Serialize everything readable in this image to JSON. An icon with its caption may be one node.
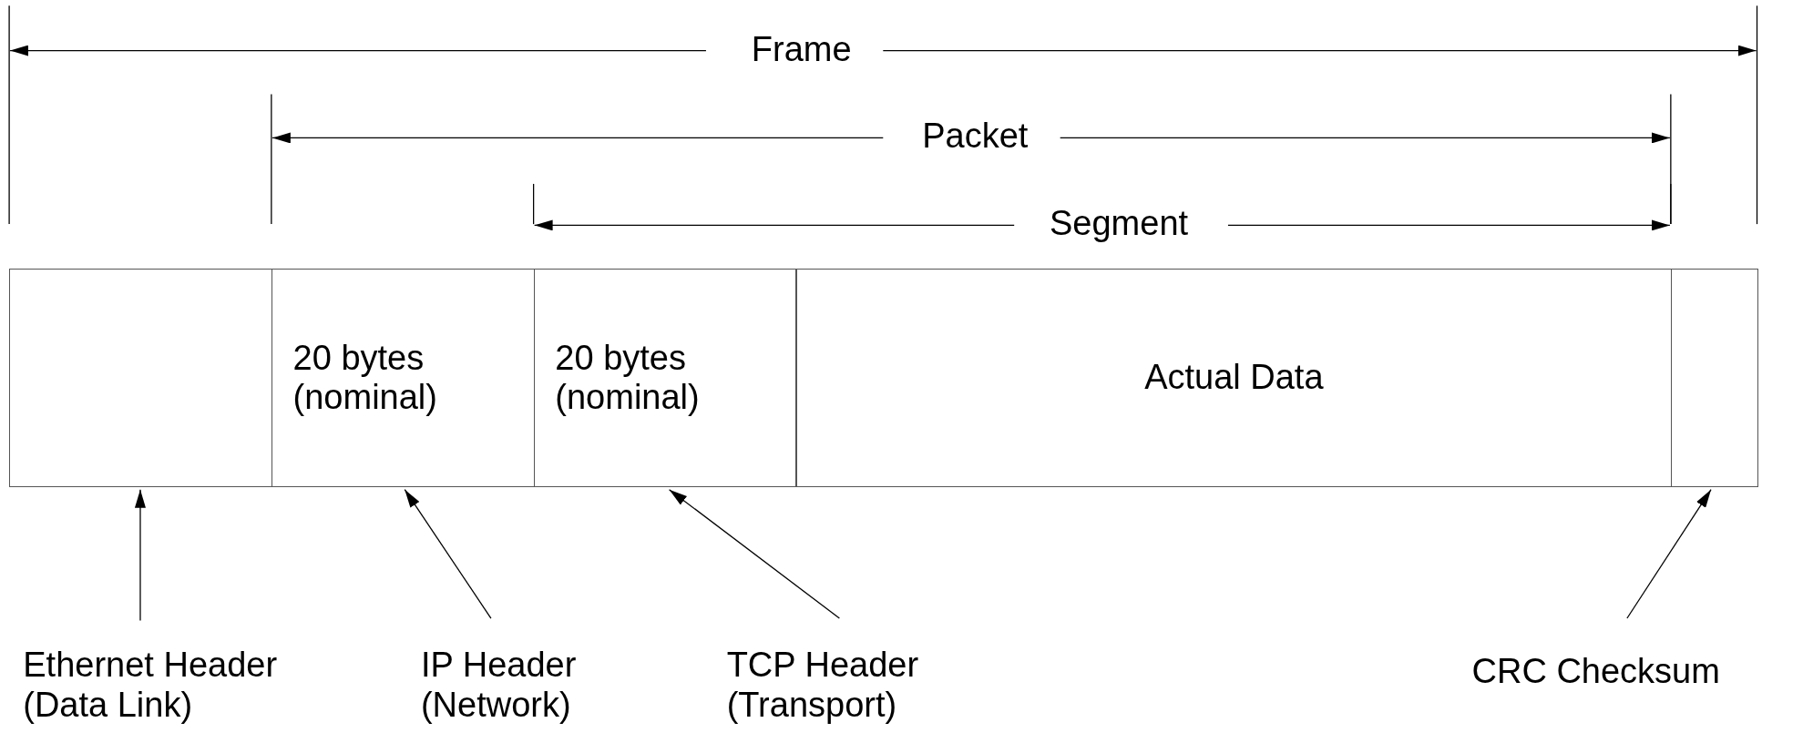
{
  "diagram": {
    "nodes": [
      {
        "text": [],
        "shape": "box"
      },
      {
        "text": [
          "20 bytes (nominal)"
        ]
      },
      {
        "text": [
          "20 bytes (nominal)"
        ]
      },
      {
        "text": [
          "Actual Data"
        ]
      },
      {
        "text": [],
        "shape": "box"
      },
      {
        "text": [
          "Ethernet Header (Data Link)"
        ]
      },
      {
        "text": [
          "IP Header (Network)"
        ]
      },
      {
        "text": [
          "TCP Header (Transport)"
        ]
      },
      {
        "text": [
          "CRC Checksum"
        ]
      }
    ],
    "edges": [
      {
        "from": 5,
        "to": 0,
        "arrow": "to"
      },
      {
        "from": 6,
        "to": 1,
        "arrow": "to"
      },
      {
        "from": 7,
        "to": 2,
        "arrow": "to"
      },
      {
        "from": 8,
        "to": 4,
        "arrow": "to"
      }
    ],
    "labels": [
      "Frame",
      "Packet",
      "Segment"
    ]
  }
}
